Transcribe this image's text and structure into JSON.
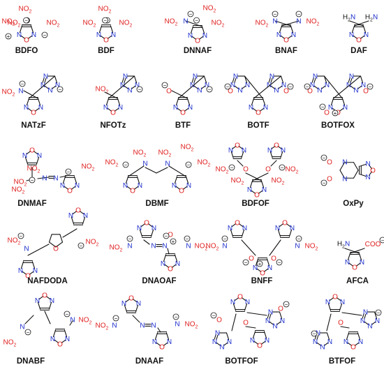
{
  "colors": {
    "oxygen": "#e02020",
    "nitrogen": "#1c2ecc",
    "carbon": "#111111",
    "background": "#ffffff"
  },
  "symbols": {
    "oxygen": "O",
    "nitrogen": "N",
    "hydrogen": "H",
    "nitro": "NO",
    "nitro_sub": "2",
    "amino": "H",
    "amino_n": "N",
    "amino_sub": "2",
    "coo": "COO",
    "minus": "−",
    "plus": "+"
  },
  "compounds": [
    {
      "label": "BDFO"
    },
    {
      "label": "BDF"
    },
    {
      "label": "DNNAF"
    },
    {
      "label": "BNAF"
    },
    {
      "label": "DAF"
    },
    {
      "label": "NATzF"
    },
    {
      "label": "NFOTz"
    },
    {
      "label": "BTF"
    },
    {
      "label": "BOTF"
    },
    {
      "label": "BOTFOX"
    },
    {
      "label": "DNMAF"
    },
    {
      "label": "DBMF"
    },
    {
      "label": "BDFOF"
    },
    {
      "label": "OxPy"
    },
    {
      "label": "NAFDODA"
    },
    {
      "label": "DNAOAF"
    },
    {
      "label": "BNFF"
    },
    {
      "label": "AFCA"
    },
    {
      "label": "DNABF"
    },
    {
      "label": "DNAAF"
    },
    {
      "label": "BOTFOF"
    },
    {
      "label": "BTFOF"
    }
  ]
}
